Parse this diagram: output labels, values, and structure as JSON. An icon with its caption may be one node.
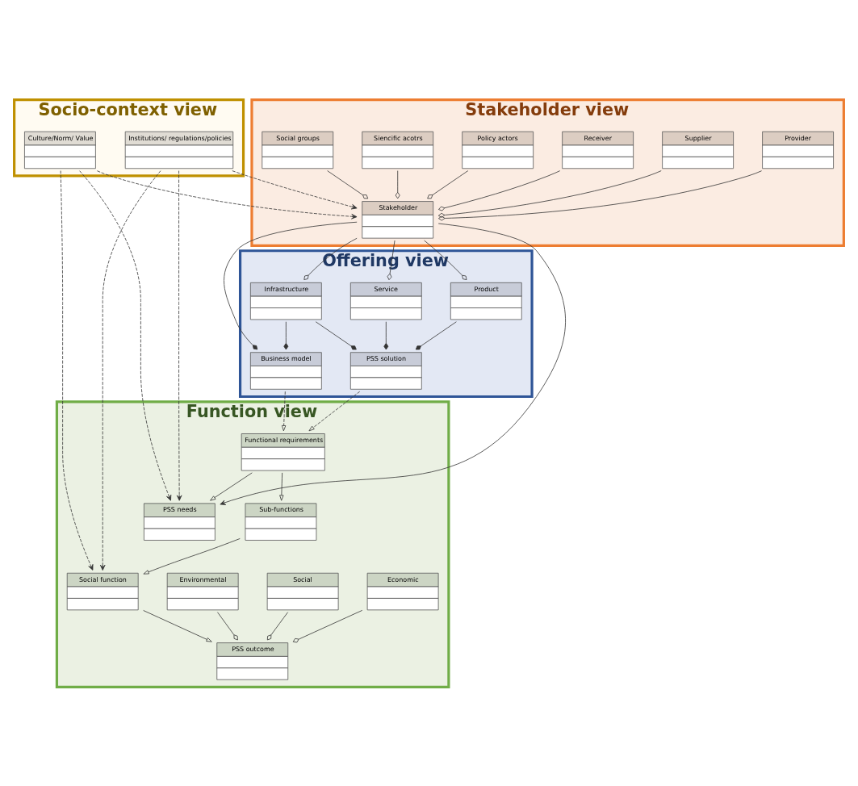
{
  "diagram": {
    "nodes": [
      {
        "text": [
          "Socio-context view"
        ]
      },
      {
        "text": [
          "Culture/Norm/ Value"
        ],
        "in": 0
      },
      {
        "text": [
          "Institutions/ regulations/policies"
        ],
        "in": 0
      },
      {
        "text": [
          "Function view"
        ]
      },
      {
        "text": [
          "Economic"
        ],
        "in": 3
      },
      {
        "text": [
          "Social"
        ],
        "in": 3
      },
      {
        "text": [
          "Environmental"
        ],
        "in": 3
      },
      {
        "text": [
          "PSS outcome"
        ],
        "in": 3
      },
      {
        "text": [
          "Social function"
        ],
        "in": 3
      },
      {
        "text": [
          "Sub-functions"
        ],
        "in": 3
      },
      {
        "text": [
          "PSS needs"
        ],
        "in": 3
      },
      {
        "text": [
          "Functional requirements"
        ],
        "in": 3
      },
      {
        "text": [
          "Stakeholder view"
        ]
      },
      {
        "text": [
          "Provider"
        ],
        "in": 12
      },
      {
        "text": [
          "Supplier"
        ],
        "in": 12
      },
      {
        "text": [
          "Receiver"
        ],
        "in": 12
      },
      {
        "text": [
          "Policy actors"
        ],
        "in": 12
      },
      {
        "text": [
          "Siencific acotrs"
        ],
        "in": 12
      },
      {
        "text": [
          "Social groups"
        ],
        "in": 12
      },
      {
        "text": [
          "Stakeholder"
        ],
        "in": 12
      },
      {
        "text": [
          "Offering view"
        ]
      },
      {
        "text": [
          "Business model"
        ],
        "in": 20
      },
      {
        "text": [
          "PSS solution"
        ],
        "in": 20
      },
      {
        "text": [
          "Infrastructure"
        ],
        "in": 20
      },
      {
        "text": [
          "Product"
        ],
        "in": 20
      },
      {
        "text": [
          "Service"
        ],
        "in": 20
      }
    ],
    "edges": [
      {
        "from": 4,
        "to": 7,
        "arrow": "other"
      },
      {
        "from": 5,
        "to": 7,
        "arrow": "other"
      },
      {
        "from": 6,
        "to": 7,
        "arrow": "other"
      },
      {
        "from": 8,
        "to": 7,
        "arrow": "to"
      },
      {
        "from": 9,
        "to": 8,
        "arrow": "to"
      },
      {
        "from": 11,
        "to": 9,
        "arrow": "to"
      },
      {
        "from": 11,
        "to": 10,
        "arrow": "to"
      },
      {
        "from": 1,
        "to": 8,
        "arrow": "to",
        "style": "dashed"
      },
      {
        "from": 1,
        "to": 19,
        "arrow": "to",
        "style": "dashed"
      },
      {
        "from": 1,
        "to": 10,
        "arrow": "to",
        "style": "dashed"
      },
      {
        "from": 2,
        "to": 8,
        "arrow": "to",
        "style": "dashed"
      },
      {
        "from": 2,
        "to": 10,
        "arrow": "to",
        "style": "dashed"
      },
      {
        "from": 2,
        "to": 19,
        "arrow": "to",
        "style": "dashed"
      },
      {
        "from": 13,
        "to": 19,
        "arrow": "other"
      },
      {
        "from": 14,
        "to": 19,
        "arrow": "other"
      },
      {
        "from": 15,
        "to": 19,
        "arrow": "other"
      },
      {
        "from": 16,
        "to": 19,
        "arrow": "other"
      },
      {
        "from": 17,
        "to": 19,
        "arrow": "other"
      },
      {
        "from": 18,
        "to": 19,
        "arrow": "other"
      },
      {
        "from": 19,
        "to": 10,
        "arrow": "to"
      },
      {
        "from": 19,
        "to": 21,
        "arrow": "other"
      },
      {
        "from": 19,
        "to": 23,
        "arrow": "other"
      },
      {
        "from": 19,
        "to": 24,
        "arrow": "other"
      },
      {
        "from": 19,
        "to": 25,
        "arrow": "other"
      },
      {
        "from": 23,
        "to": 21,
        "arrow": "other"
      },
      {
        "from": 23,
        "to": 22,
        "arrow": "other"
      },
      {
        "from": 24,
        "to": 22,
        "arrow": "other"
      },
      {
        "from": 25,
        "to": 22,
        "arrow": "other"
      },
      {
        "from": 21,
        "to": 11,
        "arrow": "to",
        "style": "dashed"
      },
      {
        "from": 22,
        "to": 11,
        "arrow": "to",
        "style": "dashed"
      }
    ]
  }
}
